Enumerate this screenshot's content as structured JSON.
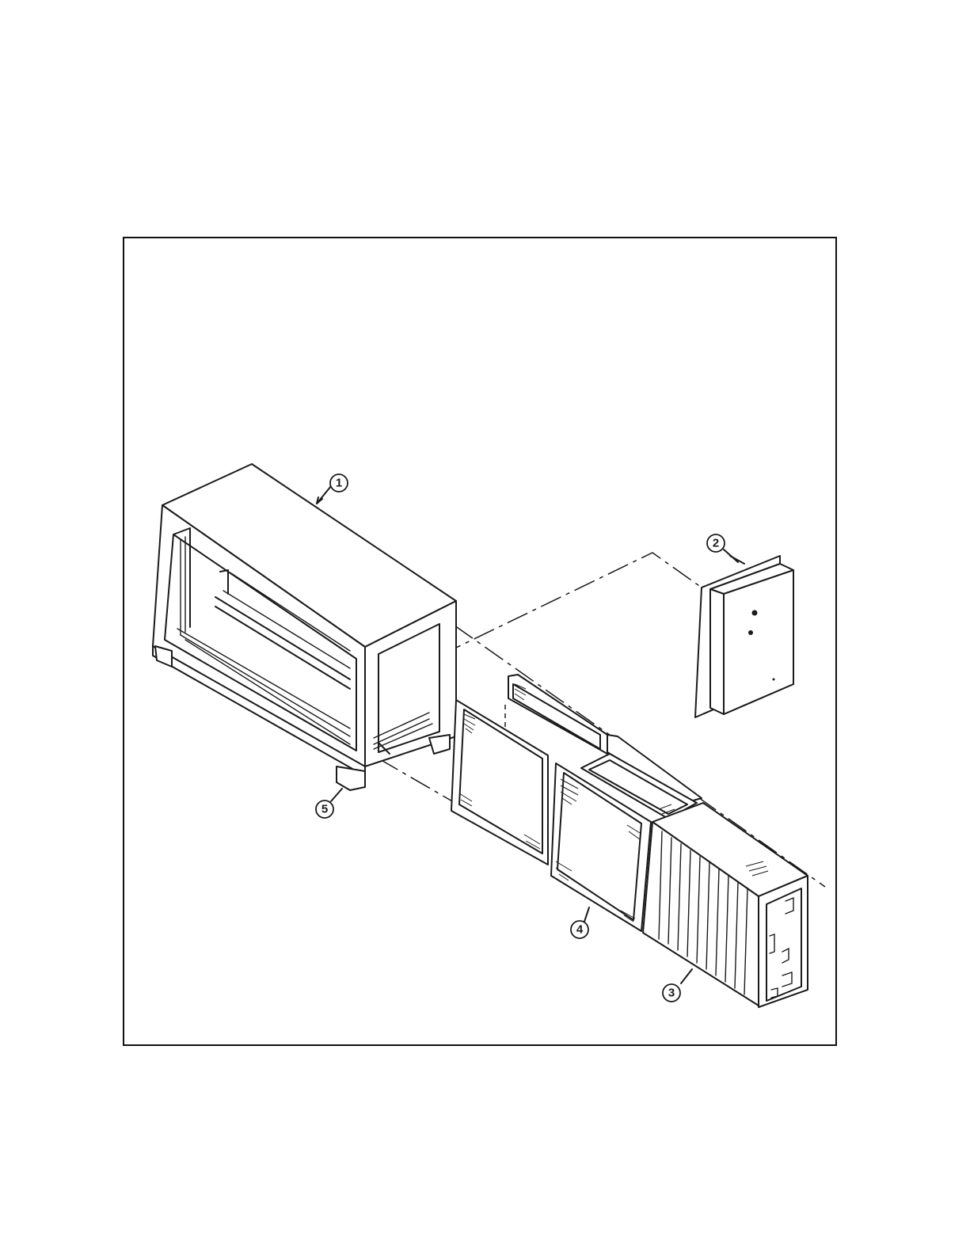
{
  "figure": {
    "callouts": [
      {
        "id": "callout-1",
        "label": "1",
        "part": "housing-frame"
      },
      {
        "id": "callout-2",
        "label": "2",
        "part": "side-access-panel"
      },
      {
        "id": "callout-3",
        "label": "3",
        "part": "coil-cartridge"
      },
      {
        "id": "callout-4",
        "label": "4",
        "part": "filter-frames"
      },
      {
        "id": "callout-5",
        "label": "5",
        "part": "corner-foot"
      }
    ],
    "colors": {
      "line": "#1a1a1a",
      "background": "#ffffff"
    }
  }
}
